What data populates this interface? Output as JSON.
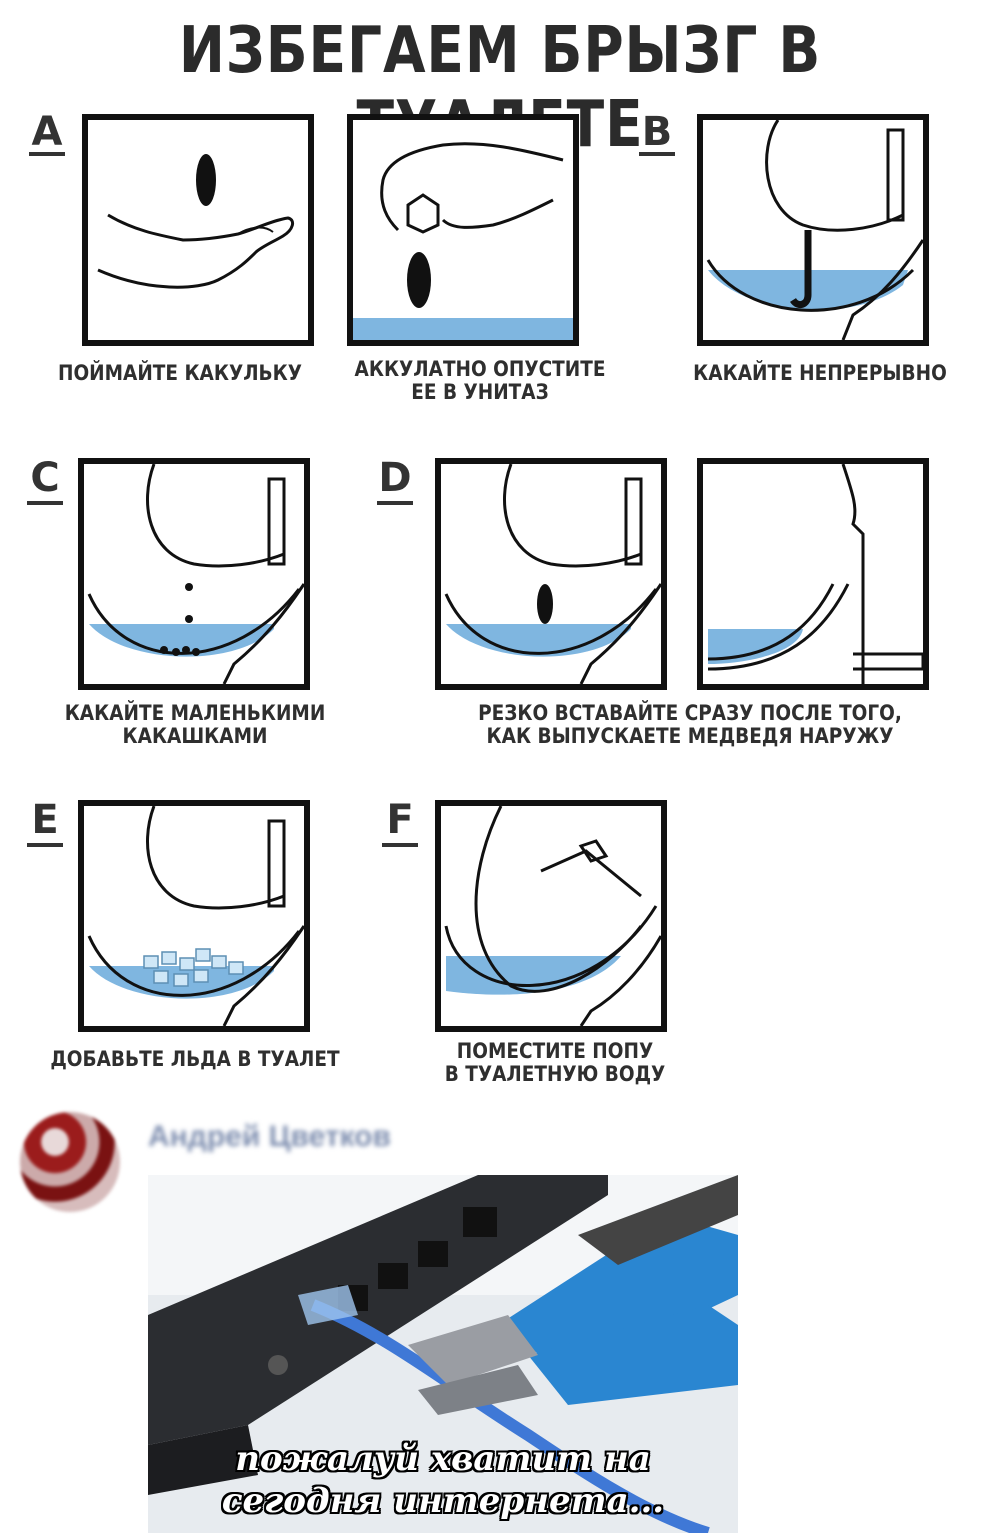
{
  "title": "ИЗБЕГАЕМ БРЫЗГ В ТУАЛЕТЕ",
  "letters": {
    "a": "A",
    "b": "B",
    "c": "C",
    "d": "D",
    "e": "E",
    "f": "F"
  },
  "captions": {
    "a1": "ПОЙМАЙТЕ КАКУЛЬКУ",
    "a2_line1": "АККУЛАТНО ОПУСТИТЕ",
    "a2_line2": "ЕЕ  В УНИТАЗ",
    "b": "КАКАЙТЕ НЕПРЕРЫВНО",
    "c_line1": "КАКАЙТЕ МАЛЕНЬКИМИ",
    "c_line2": "КАКАШКАМИ",
    "d_line1": "РЕЗКО ВСТАВАЙТЕ СРАЗУ ПОСЛЕ ТОГО,",
    "d_line2": "КАК ВЫПУСКАЕТЕ МЕДВЕДЯ НАРУЖУ",
    "e": "ДОБАВЬТЕ ЛЬДА В ТУАЛЕТ",
    "f_line1": "ПОМЕСТИТЕ ПОПУ",
    "f_line2": "В ТУАЛЕТНУЮ ВОДУ"
  },
  "comment": {
    "author": "Андрей Цветков",
    "photo_caption_line1": "пожалуй хватит на",
    "photo_caption_line2": "сегодня интернета..."
  },
  "colors": {
    "water": "#7fb6e0",
    "cable": "#3f78d6",
    "pliers": "#2a86d1"
  }
}
